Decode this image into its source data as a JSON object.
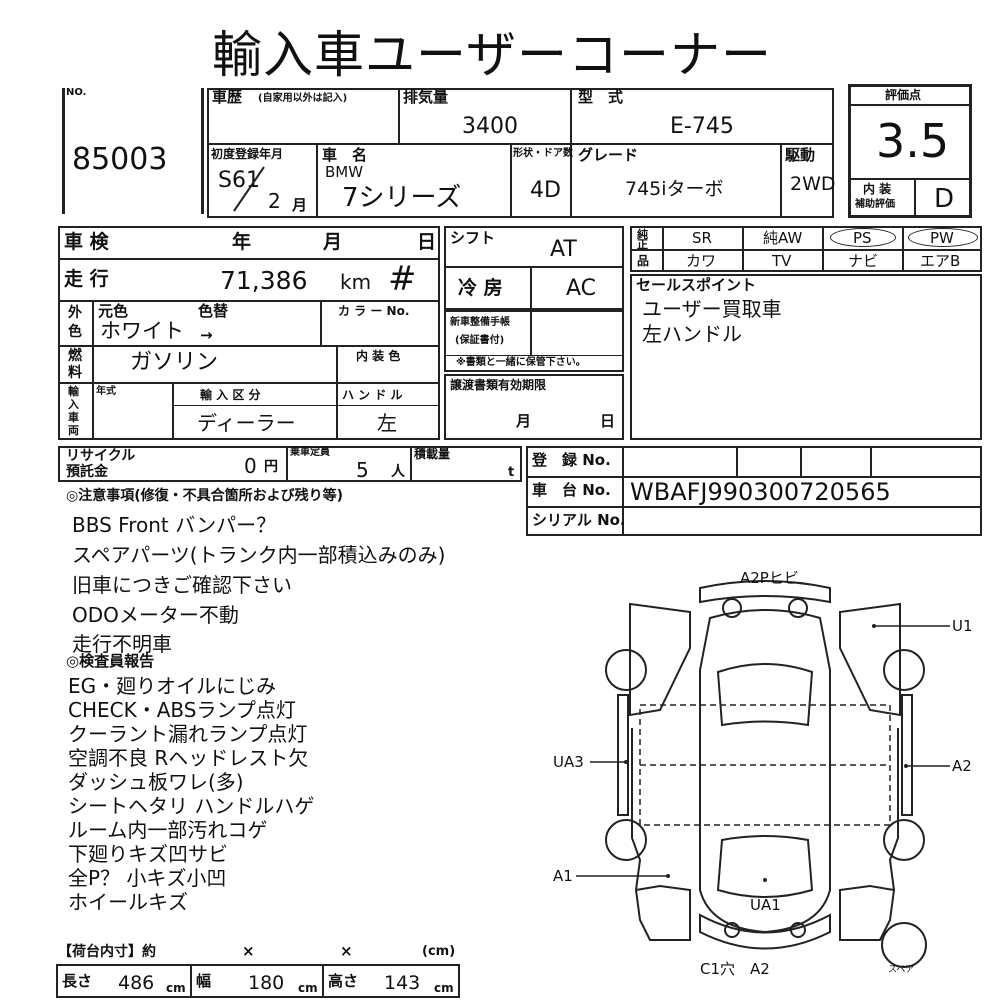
{
  "title": "輸入車ユーザーコーナー",
  "lot": {
    "label": "NO.",
    "value": "85003"
  },
  "history": {
    "label": "車歴",
    "sub": "(自家用以外は記入)"
  },
  "displacement": {
    "label": "排気量",
    "value": "3400"
  },
  "model_code": {
    "label": "型　式",
    "value": "E-745"
  },
  "first_reg": {
    "label": "初度登録年月",
    "year": "S61",
    "month": "2",
    "month_unit": "月"
  },
  "car_name": {
    "label": "車　名",
    "maker": "BMW",
    "name": "7シリーズ"
  },
  "body": {
    "label": "形状・ドア数",
    "value": "4D"
  },
  "grade": {
    "label": "グレード",
    "value": "745iターボ"
  },
  "drive": {
    "label": "駆動",
    "value": "2WD"
  },
  "score": {
    "label": "評価点",
    "value": "3.5",
    "interior_label_1": "内 装",
    "interior_label_2": "補助評価",
    "interior_value": "D"
  },
  "inspection": {
    "label": "車 検",
    "year": "年",
    "month": "月",
    "day": "日"
  },
  "mileage": {
    "label": "走 行",
    "value": "71,386",
    "unit": "km",
    "mark": "#"
  },
  "shift": {
    "label": "シフト",
    "value": "AT"
  },
  "ac": {
    "label": "冷 房",
    "value": "AC"
  },
  "options": {
    "label_top": "純正",
    "label_bottom": "品",
    "row1": [
      "SR",
      "純AW",
      "PS",
      "PW"
    ],
    "row2": [
      "カワ",
      "TV",
      "ナビ",
      "エアB"
    ]
  },
  "color": {
    "side1": "外",
    "side2": "色",
    "orig_label": "元色",
    "change_label": "色替",
    "code_label": "カ ラ ー No.",
    "value": "ホワイト",
    "arrow": "→"
  },
  "fuel": {
    "side1": "燃",
    "side2": "料",
    "value": "ガソリン",
    "interior_color_label": "内 装 色"
  },
  "import": {
    "side": [
      "輸",
      "入",
      "車",
      "両"
    ],
    "year_label": "年式",
    "class_label": "輸 入 区 分",
    "class_value": "ディーラー",
    "handle_label": "ハ ン ド ル",
    "handle_value": "左"
  },
  "manual": {
    "line1": "新車整備手帳",
    "line2": "(保証書付)",
    "note": "※書類と一緒に保管下さい。"
  },
  "transfer": {
    "label": "譲渡書類有効期限",
    "month": "月",
    "day": "日"
  },
  "sales_point": {
    "label": "セールスポイント",
    "lines": [
      "ユーザー買取車",
      "左ハンドル"
    ]
  },
  "recycle": {
    "label1": "リサイクル",
    "label2": "預託金",
    "value": "0",
    "unit": "円"
  },
  "capacity": {
    "label": "乗車定員",
    "value": "5",
    "unit": "人"
  },
  "load": {
    "label": "積載量",
    "unit": "t"
  },
  "registration": {
    "reg_label": "登　録 No.",
    "chassis_label": "車　台 No.",
    "chassis_value": "WBAFJ990300720565",
    "serial_label": "シリアル No."
  },
  "caution": {
    "title": "◎注意事項(修復・不具合箇所および残り等)",
    "lines": [
      "BBS Front バンパー？",
      "スペアパーツ(トランク内一部積込みのみ)",
      "旧車につきご確認下さい",
      "ODOメーター不動",
      "走行不明車"
    ]
  },
  "inspector": {
    "title": "◎検査員報告",
    "lines": [
      "EG・廻りオイルにじみ",
      "CHECK・ABSランプ点灯",
      "クーラント漏れランプ点灯",
      "空調不良 Rヘッドレスト欠",
      "ダッシュ板ワレ(多)",
      "シートヘタリ ハンドルハゲ",
      "ルーム内一部汚れコゲ",
      "下廻りキズ凹サビ",
      "全P？ 小キズ小凹",
      "ホイールキズ"
    ]
  },
  "diagram": {
    "labels": {
      "top": "A2Pヒビ",
      "u1": "U1",
      "ua3": "UA3",
      "a2": "A2",
      "a1": "A1",
      "ua1": "UA1",
      "bottom": "C1穴　A2",
      "spare": "スペア"
    }
  },
  "cargo": {
    "title": "【荷台内寸】約",
    "x1": "×",
    "x2": "×",
    "cm": "(cm)",
    "length_label": "長さ",
    "length": "486",
    "width_label": "幅",
    "width": "180",
    "height_label": "高さ",
    "height": "143",
    "unit": "cm"
  }
}
